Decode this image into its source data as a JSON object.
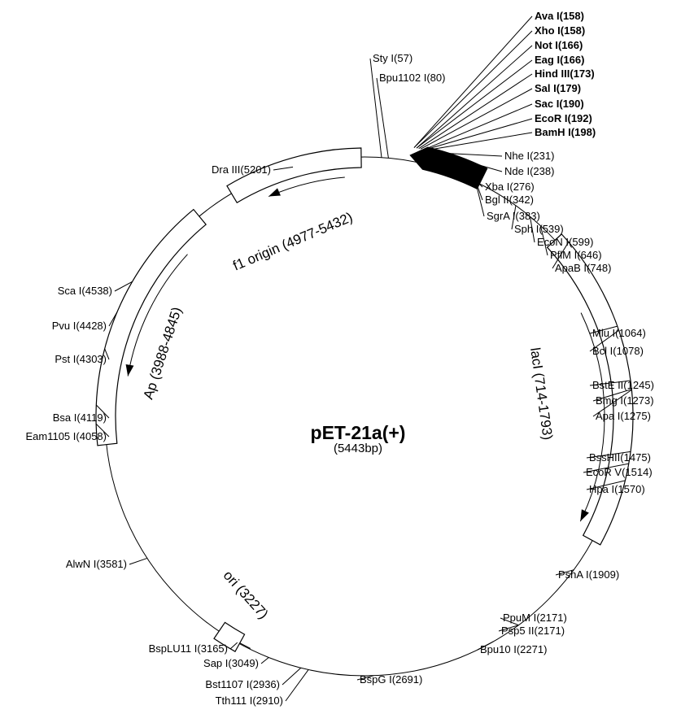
{
  "plasmid": {
    "name": "pET-21a(+)",
    "size_label": "(5443bp)",
    "length_bp": 5443
  },
  "features": [
    {
      "id": "f1-origin",
      "label": "f1 origin (4977-5432)",
      "start": 4977,
      "end": 5432,
      "strand": "-"
    },
    {
      "id": "ap",
      "label": "Ap (3988-4845)",
      "start": 3988,
      "end": 4845,
      "strand": "-"
    },
    {
      "id": "laci",
      "label": "lacI (714-1793)",
      "start": 714,
      "end": 1793,
      "strand": "+"
    },
    {
      "id": "ori",
      "label": "ori (3227)",
      "position": 3227
    },
    {
      "id": "mcs",
      "label": "",
      "start": 158,
      "end": 398,
      "strand": "-",
      "filled": true
    }
  ],
  "sites": [
    {
      "name": "Ava I",
      "pos": "158",
      "bp": 158,
      "bold": true
    },
    {
      "name": "Xho I",
      "pos": "158",
      "bp": 158,
      "bold": true
    },
    {
      "name": "Not I",
      "pos": "166",
      "bp": 166,
      "bold": true
    },
    {
      "name": "Eag I",
      "pos": "166",
      "bp": 166,
      "bold": true
    },
    {
      "name": "Hind III",
      "pos": "173",
      "bp": 173,
      "bold": true
    },
    {
      "name": "Sal I",
      "pos": "179",
      "bp": 179,
      "bold": true
    },
    {
      "name": "Sac I",
      "pos": "190",
      "bp": 190,
      "bold": true
    },
    {
      "name": "EcoR I",
      "pos": "192",
      "bp": 192,
      "bold": true
    },
    {
      "name": "BamH I",
      "pos": "198",
      "bp": 198,
      "bold": true
    },
    {
      "name": "Sty I",
      "pos": "57",
      "bp": 57,
      "bold": false
    },
    {
      "name": "Bpu1102 I",
      "pos": "80",
      "bp": 80,
      "bold": false
    },
    {
      "name": "Nhe I",
      "pos": "231",
      "bp": 231,
      "bold": false
    },
    {
      "name": "Nde I",
      "pos": "238",
      "bp": 238,
      "bold": false
    },
    {
      "name": "Xba I",
      "pos": "276",
      "bp": 276,
      "bold": false
    },
    {
      "name": "Bgl II",
      "pos": "342",
      "bp": 342,
      "bold": false
    },
    {
      "name": "SgrA I",
      "pos": "383",
      "bp": 383,
      "bold": false
    },
    {
      "name": "Sph I",
      "pos": "539",
      "bp": 539,
      "bold": false
    },
    {
      "name": "EcoN I",
      "pos": "599",
      "bp": 599,
      "bold": false
    },
    {
      "name": "PflM I",
      "pos": "646",
      "bp": 646,
      "bold": false
    },
    {
      "name": "ApaB I",
      "pos": "748",
      "bp": 748,
      "bold": false
    },
    {
      "name": "Mlu I",
      "pos": "1064",
      "bp": 1064,
      "bold": false
    },
    {
      "name": "Bcl I",
      "pos": "1078",
      "bp": 1078,
      "bold": false
    },
    {
      "name": "BstE II",
      "pos": "1245",
      "bp": 1245,
      "bold": false
    },
    {
      "name": "Bmg I",
      "pos": "1273",
      "bp": 1273,
      "bold": false
    },
    {
      "name": "Apa I",
      "pos": "1275",
      "bp": 1275,
      "bold": false
    },
    {
      "name": "BssHII",
      "pos": "1475",
      "bp": 1475,
      "bold": false
    },
    {
      "name": "EcoR V",
      "pos": "1514",
      "bp": 1514,
      "bold": false
    },
    {
      "name": "Hpa I",
      "pos": "1570",
      "bp": 1570,
      "bold": false
    },
    {
      "name": "PshA I",
      "pos": "1909",
      "bp": 1909,
      "bold": false
    },
    {
      "name": "PpuM I",
      "pos": "2171",
      "bp": 2171,
      "bold": false
    },
    {
      "name": "Psp5 II",
      "pos": "2171",
      "bp": 2171,
      "bold": false
    },
    {
      "name": "Bpu10 I",
      "pos": "2271",
      "bp": 2271,
      "bold": false
    },
    {
      "name": "BspG I",
      "pos": "2691",
      "bp": 2691,
      "bold": false
    },
    {
      "name": "Tth111 I",
      "pos": "2910",
      "bp": 2910,
      "bold": false
    },
    {
      "name": "Bst1107 I",
      "pos": "2936",
      "bp": 2936,
      "bold": false
    },
    {
      "name": "Sap I",
      "pos": "3049",
      "bp": 3049,
      "bold": false
    },
    {
      "name": "BspLU11 I",
      "pos": "3165",
      "bp": 3165,
      "bold": false
    },
    {
      "name": "AlwN I",
      "pos": "3581",
      "bp": 3581,
      "bold": false
    },
    {
      "name": "Eam1105 I",
      "pos": "4058",
      "bp": 4058,
      "bold": false
    },
    {
      "name": "Bsa I",
      "pos": "4119",
      "bp": 4119,
      "bold": false
    },
    {
      "name": "Pst I",
      "pos": "4303",
      "bp": 4303,
      "bold": false
    },
    {
      "name": "Pvu I",
      "pos": "4428",
      "bp": 4428,
      "bold": false
    },
    {
      "name": "Sca I",
      "pos": "4538",
      "bp": 4538,
      "bold": false
    },
    {
      "name": "Dra III",
      "pos": "5201",
      "bp": 5201,
      "bold": false
    }
  ]
}
